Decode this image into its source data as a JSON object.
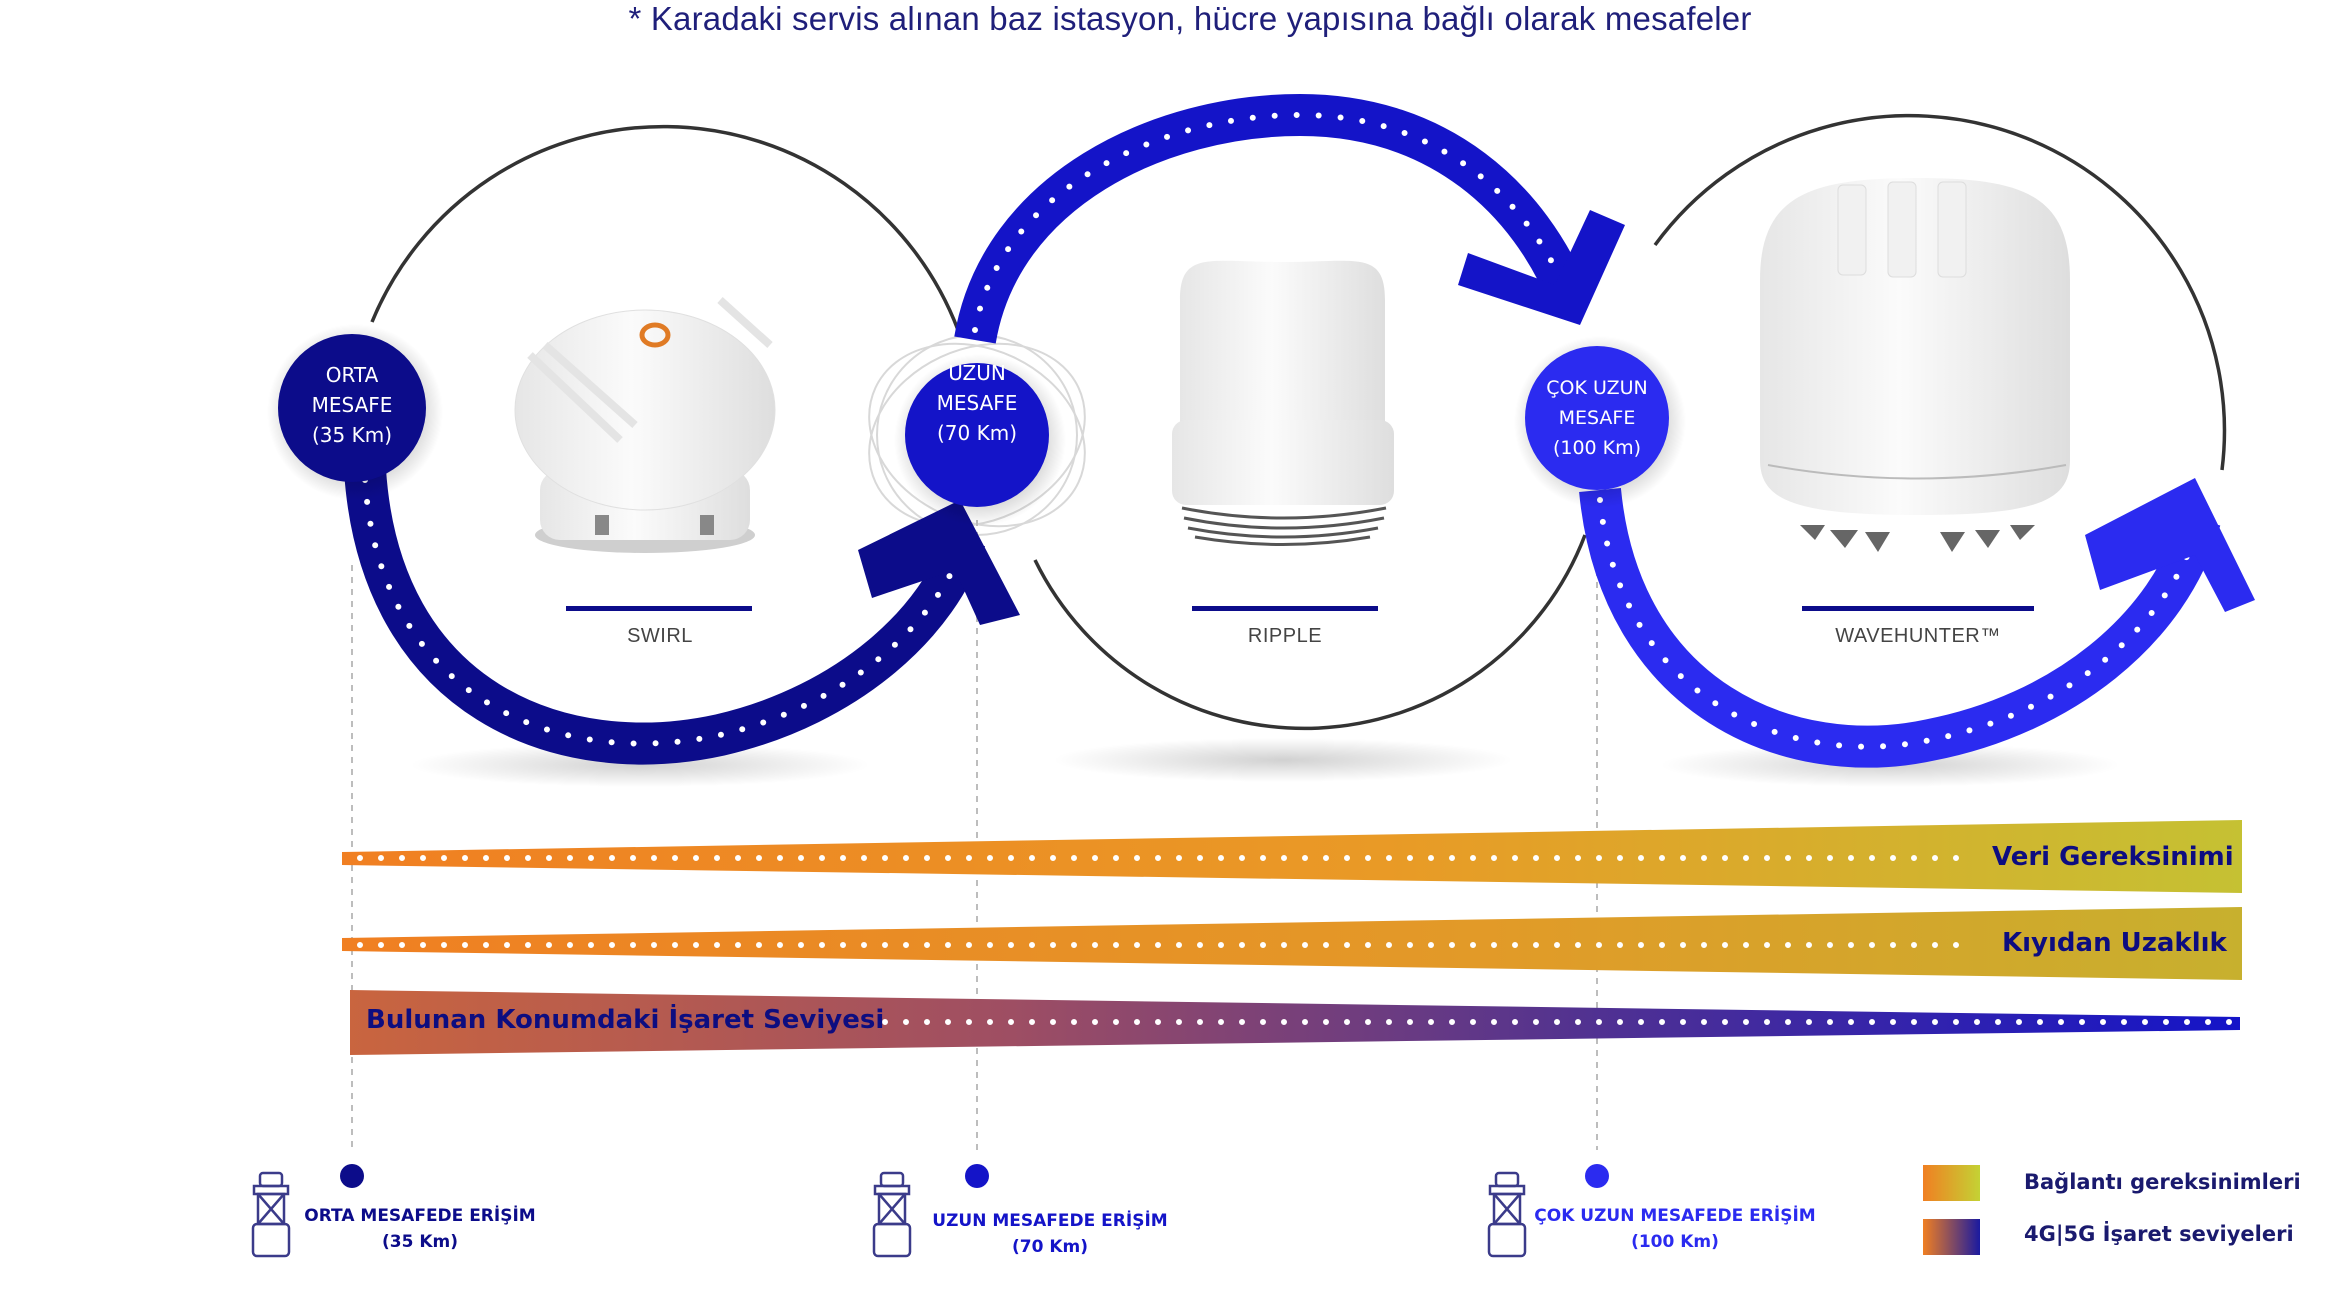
{
  "title": "* Karadaki servis alınan baz istasyon, hücre yapısına bağlı olarak mesafeler",
  "nodes": [
    {
      "line1": "ORTA",
      "line2": "MESAFE",
      "line3": "(35 Km)",
      "color": "#0c0c8a"
    },
    {
      "line1": "UZUN",
      "line2": "MESAFE",
      "line3": "(70 Km)",
      "color": "#1414c8"
    },
    {
      "line1": "ÇOK UZUN",
      "line2": "MESAFE",
      "line3": "(100 Km)",
      "color": "#2b2bf0"
    }
  ],
  "products": [
    {
      "name": "SWIRL"
    },
    {
      "name": "RIPPLE"
    },
    {
      "name": "WAVEHUNTER™"
    }
  ],
  "bars": {
    "data_requirement": "Veri Gereksinimi",
    "distance_from_shore": "Kıyıdan Uzaklık",
    "signal_level": "Bulunan Konumdaki İşaret Seviyesi"
  },
  "access": [
    {
      "line1": "ORTA MESAFEDE ERİŞİM",
      "line2": "(35 Km)",
      "color": "#0c0c8a"
    },
    {
      "line1": "UZUN MESAFEDE ERİŞİM",
      "line2": "(70 Km)",
      "color": "#1414c8"
    },
    {
      "line1": "ÇOK UZUN MESAFEDE ERİŞİM",
      "line2": "(100 Km)",
      "color": "#2b2bf0"
    }
  ],
  "legend": [
    {
      "label": "Bağlantı gereksinimleri",
      "from": "#f07f22",
      "to": "#c4d234"
    },
    {
      "label": "4G|5G İşaret seviyeleri",
      "from": "#f07f22",
      "to": "#1a1aa0"
    }
  ],
  "colors": {
    "navy": "#0c0c8a",
    "mid_blue": "#1414c8",
    "bright_blue": "#2b2bf0",
    "orange": "#f07f22",
    "olive": "#c4b52e"
  }
}
